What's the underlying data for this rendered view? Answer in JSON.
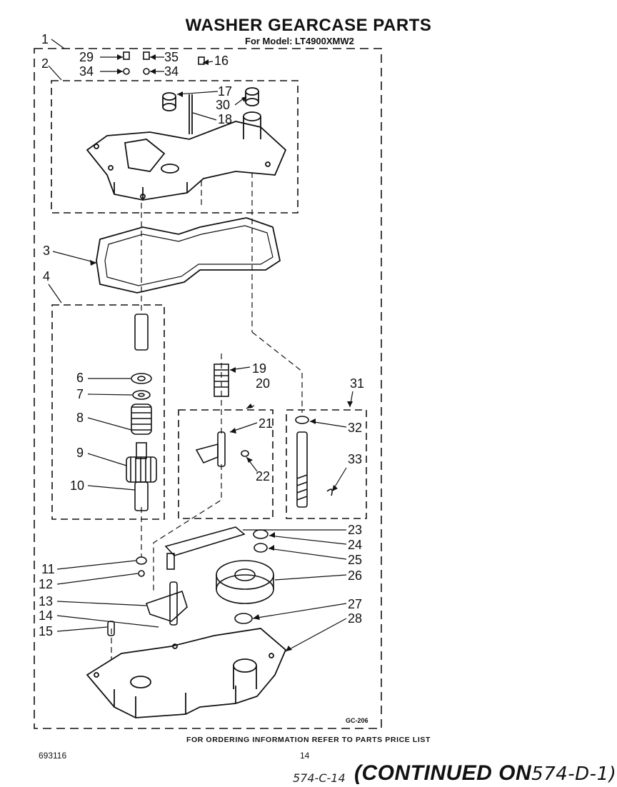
{
  "title": "WASHER GEARCASE PARTS",
  "subtitle": "For Model: LT4900XMW2",
  "order_note": "FOR ORDERING INFORMATION REFER TO PARTS PRICE LIST",
  "doc_number": "693116",
  "page_number": "14",
  "figure_code": "GC-206",
  "continued_note": "(CONTINUED ON",
  "continued_ref": "574-D-1)",
  "handwritten_note": "574-C-14",
  "callouts": [
    "1",
    "2",
    "3",
    "4",
    "6",
    "7",
    "8",
    "9",
    "10",
    "11",
    "12",
    "13",
    "14",
    "15",
    "16",
    "17",
    "18",
    "19",
    "20",
    "21",
    "22",
    "23",
    "24",
    "25",
    "26",
    "27",
    "28",
    "29",
    "30",
    "31",
    "32",
    "33",
    "34",
    "34",
    "35"
  ]
}
